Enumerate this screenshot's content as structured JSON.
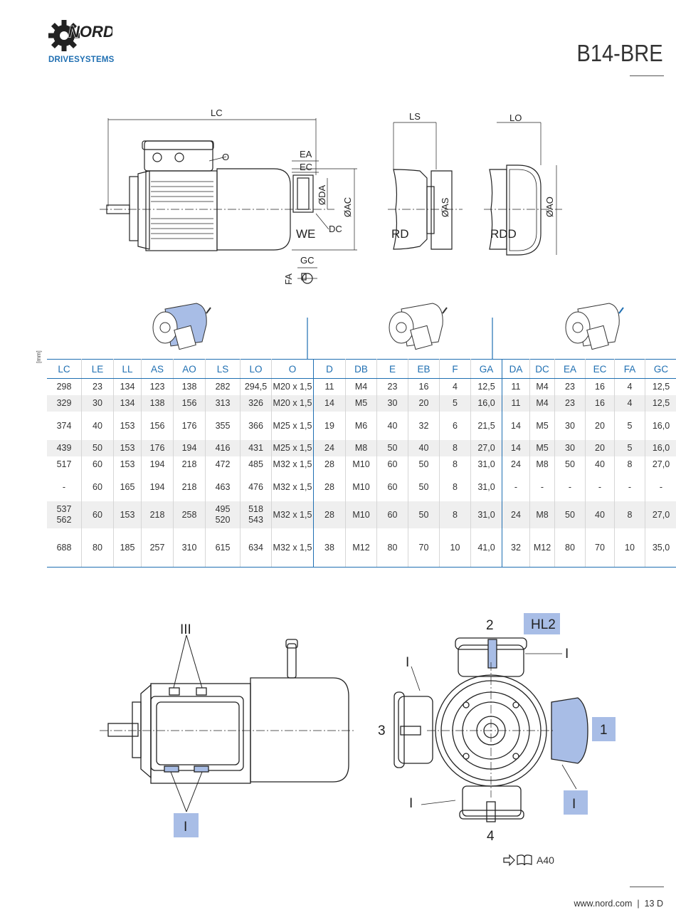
{
  "brand": {
    "name": "NORD",
    "tagline": "DRIVESYSTEMS"
  },
  "page_title": "B14-BRE",
  "drawing_labels": {
    "lc": "LC",
    "o": "O",
    "ea": "EA",
    "ec": "EC",
    "da": "ØDA",
    "ac": "ØAC",
    "dc": "DC",
    "we": "WE",
    "gc": "GC",
    "fa": "FA",
    "ls": "LS",
    "as": "ØAS",
    "rd": "RD",
    "lo": "LO",
    "ao": "ØAO",
    "rdd": "RDD"
  },
  "unit": "[mm]",
  "table": {
    "headers": [
      "LC",
      "LE",
      "LL",
      "AS",
      "AO",
      "LS",
      "LO",
      "O",
      "D",
      "DB",
      "E",
      "EB",
      "F",
      "GA",
      "DA",
      "DC",
      "EA",
      "EC",
      "FA",
      "GC"
    ],
    "rows": [
      [
        "298",
        "23",
        "134",
        "123",
        "138",
        "282",
        "294,5",
        "M20 x 1,5",
        "11",
        "M4",
        "23",
        "16",
        "4",
        "12,5",
        "11",
        "M4",
        "23",
        "16",
        "4",
        "12,5"
      ],
      [
        "329",
        "30",
        "134",
        "138",
        "156",
        "313",
        "326",
        "M20 x 1,5",
        "14",
        "M5",
        "30",
        "20",
        "5",
        "16,0",
        "11",
        "M4",
        "23",
        "16",
        "4",
        "12,5"
      ],
      [
        "374",
        "40",
        "153",
        "156",
        "176",
        "355",
        "366",
        "M25 x 1,5",
        "19",
        "M6",
        "40",
        "32",
        "6",
        "21,5",
        "14",
        "M5",
        "30",
        "20",
        "5",
        "16,0"
      ],
      [
        "439",
        "50",
        "153",
        "176",
        "194",
        "416",
        "431",
        "M25 x 1,5",
        "24",
        "M8",
        "50",
        "40",
        "8",
        "27,0",
        "14",
        "M5",
        "30",
        "20",
        "5",
        "16,0"
      ],
      [
        "517",
        "60",
        "153",
        "194",
        "218",
        "472",
        "485",
        "M32 x 1,5",
        "28",
        "M10",
        "60",
        "50",
        "8",
        "31,0",
        "24",
        "M8",
        "50",
        "40",
        "8",
        "27,0"
      ],
      [
        "-",
        "60",
        "165",
        "194",
        "218",
        "463",
        "476",
        "M32 x 1,5",
        "28",
        "M10",
        "60",
        "50",
        "8",
        "31,0",
        "-",
        "-",
        "-",
        "-",
        "-",
        "-"
      ],
      [
        "537\n562",
        "60",
        "153",
        "218",
        "258",
        "495\n520",
        "518\n543",
        "M32 x 1,5",
        "28",
        "M10",
        "60",
        "50",
        "8",
        "31,0",
        "24",
        "M8",
        "50",
        "40",
        "8",
        "27,0"
      ],
      [
        "688",
        "80",
        "185",
        "257",
        "310",
        "615",
        "634",
        "M32 x 1,5",
        "38",
        "M12",
        "80",
        "70",
        "10",
        "41,0",
        "32",
        "M12",
        "80",
        "70",
        "10",
        "35,0"
      ]
    ]
  },
  "bottom_labels": {
    "iii": "III",
    "i_side": "I",
    "two": "2",
    "hl2": "HL2",
    "i_top_right": "I",
    "i_left_top": "I",
    "three": "3",
    "one": "1",
    "i_bottom_left": "I",
    "i_bottom_right": "I",
    "four": "4"
  },
  "reference": "A40",
  "footer": {
    "url": "www.nord.com",
    "page": "13 D"
  },
  "colors": {
    "brand_blue": "#1f6fb2",
    "highlight": "#a8bde6"
  }
}
